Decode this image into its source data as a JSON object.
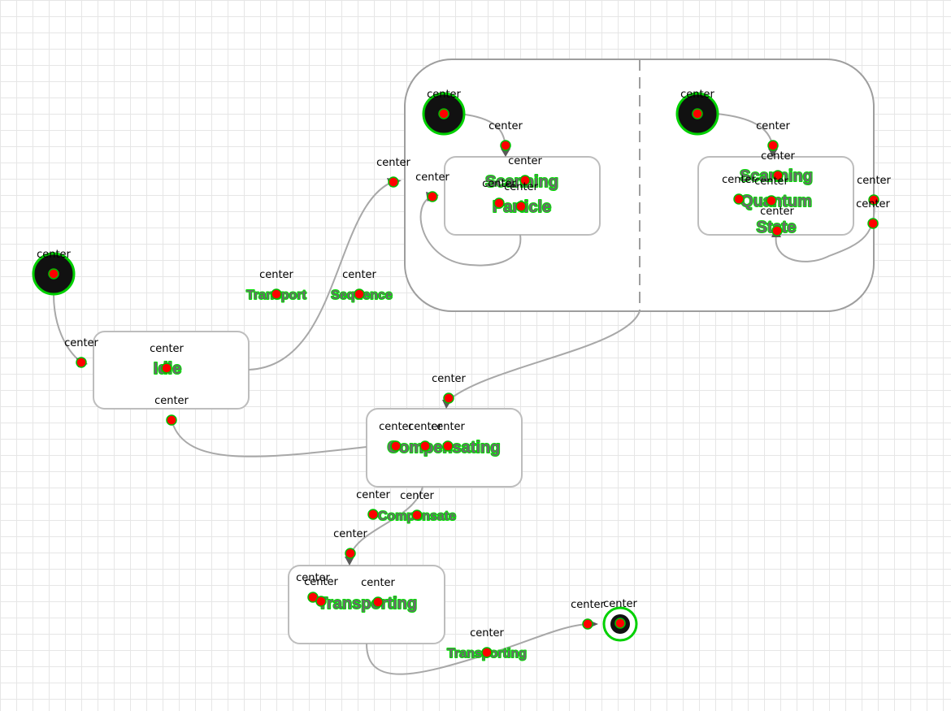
{
  "states": {
    "idle": "Idle",
    "scanning_particle_1": "Scanning",
    "scanning_particle_2": "Particle",
    "scanning_quantum_1": "Scanning",
    "scanning_quantum_2": "Quantum",
    "scanning_quantum_3": "State",
    "compensating": "Compensating",
    "transporting": "Transporting"
  },
  "transitions": {
    "transport": "Transport",
    "sequence": "Sequence",
    "compensate": "Compensate",
    "transporting": "Transporting"
  },
  "annotation_label": "center",
  "colors": {
    "grid": "#e6e6e6",
    "state_border": "#bdbdbd",
    "edge": "#a8a8a8",
    "text_outline": "#00e000",
    "marker": "#ff0000"
  }
}
